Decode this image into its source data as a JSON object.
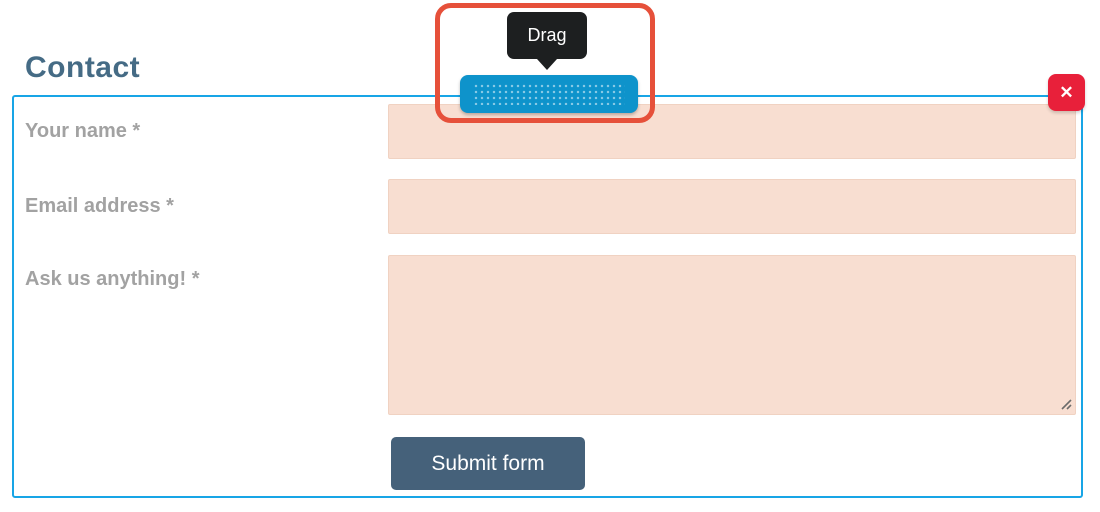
{
  "header": {
    "title": "Contact"
  },
  "form": {
    "fields": [
      {
        "label": "Your name *",
        "type": "text",
        "value": ""
      },
      {
        "label": "Email address *",
        "type": "email",
        "value": ""
      },
      {
        "label": "Ask us anything! *",
        "type": "textarea",
        "value": ""
      }
    ],
    "submit_label": "Submit form"
  },
  "editor_overlay": {
    "drag_tooltip": "Drag",
    "close_label": "✕"
  },
  "colors": {
    "form_border": "#18a5e6",
    "field_bg": "#f8ded1",
    "heading_text": "#456b85",
    "label_text": "#a2a2a2",
    "submit_bg": "#45617a",
    "close_bg": "#e8203a",
    "highlight_border": "#e6503a",
    "drag_handle_bg": "#0e93cb",
    "tooltip_bg": "#1d1f20"
  }
}
